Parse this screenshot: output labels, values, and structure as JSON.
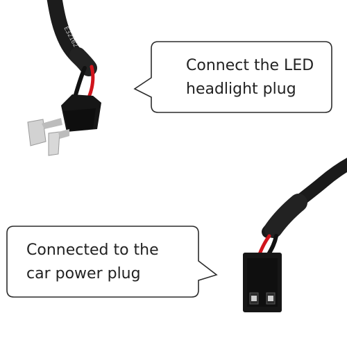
{
  "photo": {
    "background_color": "#ffffff",
    "cable_color": "#1c1c1c",
    "red_wire_color": "#d0141c",
    "connector_color": "#161616",
    "pin_color": "#d2d2d2",
    "cable_print": "E32162"
  },
  "callouts": [
    {
      "id": "led-headlight",
      "lines": [
        "Connect the LED",
        "headlight plug"
      ],
      "border_color": "#2b2b2b"
    },
    {
      "id": "car-power",
      "lines": [
        "Connected to the",
        "car power plug"
      ],
      "border_color": "#2b2b2b"
    }
  ]
}
